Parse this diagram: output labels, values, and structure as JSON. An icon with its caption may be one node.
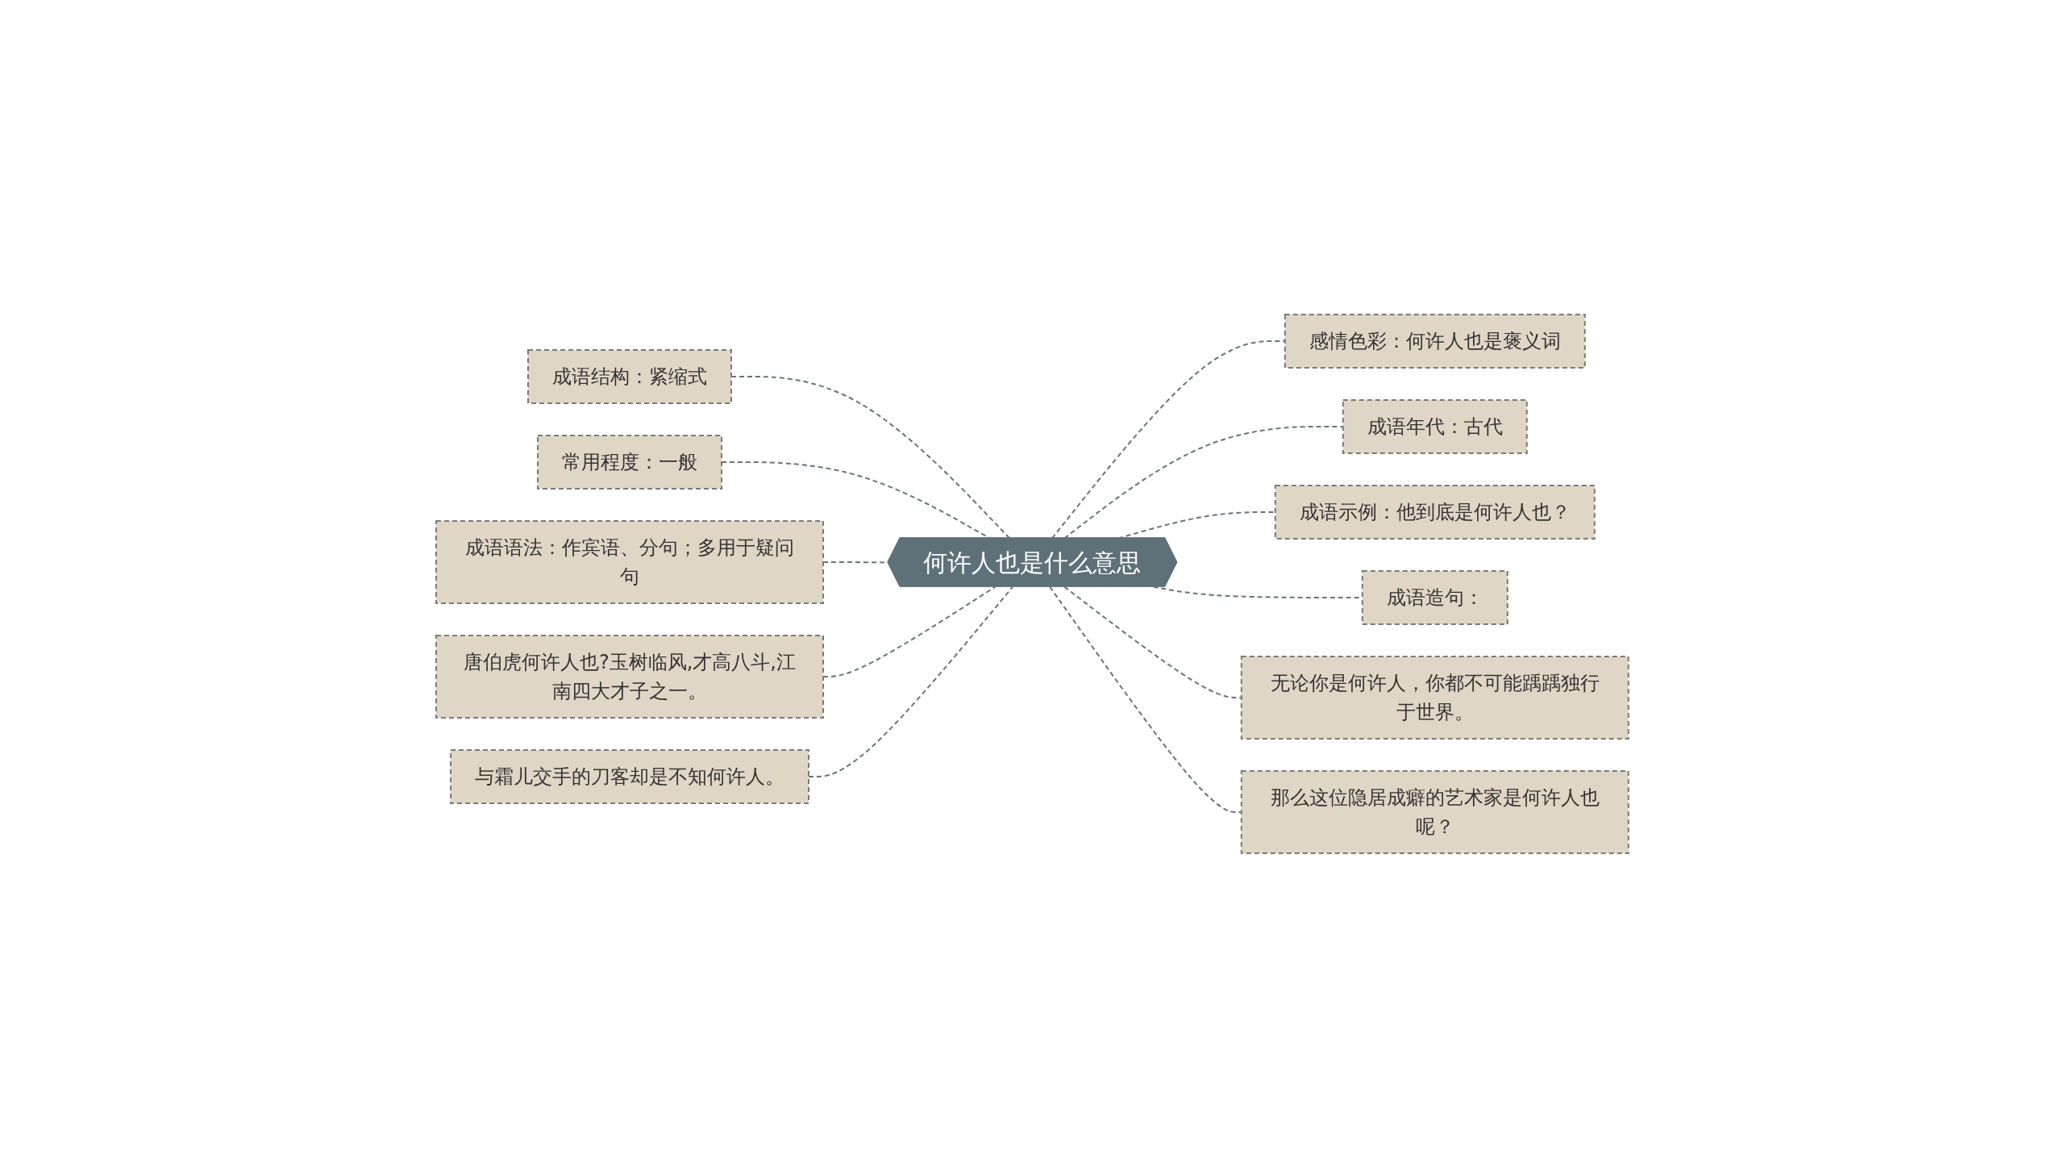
{
  "diagram": {
    "nodes": [
      {
        "text": [
          "何许人也是什么意思"
        ]
      },
      {
        "text": [
          "成语结构：紧缩式"
        ]
      },
      {
        "text": [
          "常用程度：一般"
        ]
      },
      {
        "text": [
          "成语语法：作宾语、分句；多用于疑问句"
        ]
      },
      {
        "text": [
          "唐伯虎何许人也?玉树临风,才高八斗,江南四大才子之一。"
        ]
      },
      {
        "text": [
          "与霜儿交手的刀客却是不知何许人。"
        ]
      },
      {
        "text": [
          "感情色彩：何许人也是褒义词"
        ]
      },
      {
        "text": [
          "成语年代：古代"
        ]
      },
      {
        "text": [
          "成语示例：他到底是何许人也？"
        ]
      },
      {
        "text": [
          "成语造句："
        ]
      },
      {
        "text": [
          "无论你是何许人，你都不可能踽踽独行于世界。"
        ]
      },
      {
        "text": [
          "那么这位隐居成癖的艺术家是何许人也呢？"
        ]
      }
    ],
    "edges": [
      {
        "from": 0,
        "to": 1,
        "arrow": "none",
        "style": "dashed"
      },
      {
        "from": 0,
        "to": 2,
        "arrow": "none",
        "style": "dashed"
      },
      {
        "from": 0,
        "to": 3,
        "arrow": "none",
        "style": "dashed"
      },
      {
        "from": 0,
        "to": 4,
        "arrow": "none",
        "style": "dashed"
      },
      {
        "from": 0,
        "to": 5,
        "arrow": "none",
        "style": "dashed"
      },
      {
        "from": 0,
        "to": 6,
        "arrow": "none",
        "style": "dashed"
      },
      {
        "from": 0,
        "to": 7,
        "arrow": "none",
        "style": "dashed"
      },
      {
        "from": 0,
        "to": 8,
        "arrow": "none",
        "style": "dashed"
      },
      {
        "from": 0,
        "to": 9,
        "arrow": "none",
        "style": "dashed"
      },
      {
        "from": 0,
        "to": 10,
        "arrow": "none",
        "style": "dashed"
      },
      {
        "from": 0,
        "to": 11,
        "arrow": "none",
        "style": "dashed"
      }
    ]
  }
}
